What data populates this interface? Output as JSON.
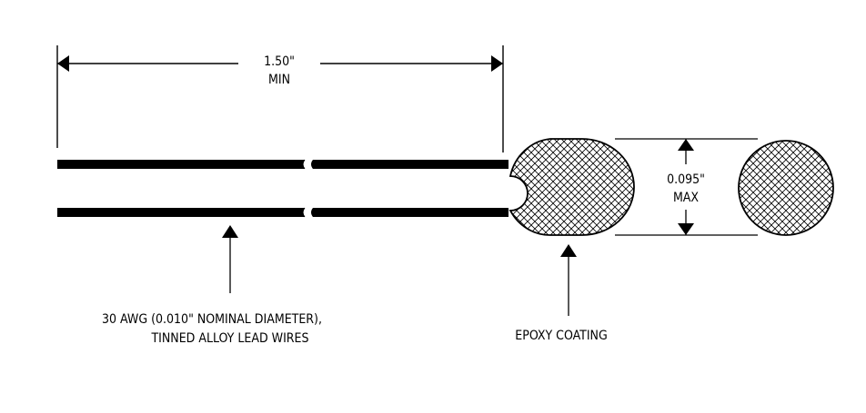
{
  "dimension_length": {
    "value": "1.50\"",
    "qualifier": "MIN"
  },
  "dimension_diameter": {
    "value": "0.095\"",
    "qualifier": "MAX"
  },
  "callout_wires": {
    "line1": "30 AWG (0.010\" NOMINAL DIAMETER),",
    "line2": "TINNED ALLOY LEAD WIRES"
  },
  "callout_coating": {
    "text": "EPOXY COATING"
  },
  "colors": {
    "ink": "#000000",
    "background": "#ffffff"
  }
}
